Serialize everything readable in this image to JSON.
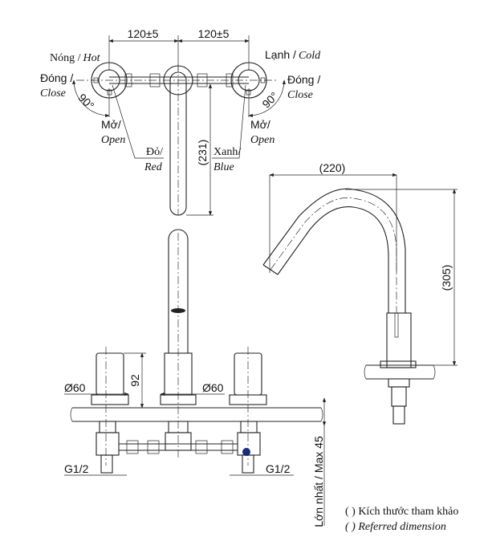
{
  "drawing": {
    "title": "Faucet dimension drawing",
    "top_view": {
      "dim_left": "120±5",
      "dim_right": "120±5",
      "hot_label_vi": "Nóng /",
      "hot_label_en": "Hot",
      "cold_label_vi": "Lạnh /",
      "cold_label_en": "Cold",
      "close_left_vi": "Đóng /",
      "close_left_en": "Close",
      "close_right_vi": "Đóng /",
      "close_right_en": "Close",
      "angle_left": "90°",
      "angle_right": "90°",
      "open_left_vi": "Mở/",
      "open_left_en": "Open",
      "open_right_vi": "Mở/",
      "open_right_en": "Open",
      "red_vi": "Đỏ/",
      "red_en": "Red",
      "blue_vi": "Xanh/",
      "blue_en": "Blue",
      "spout_length": "(231)"
    },
    "side_view": {
      "reach": "(220)",
      "height": "(305)"
    },
    "front_view": {
      "dia_left": "Ø60",
      "dia_right": "Ø60",
      "handle_height": "92",
      "thread_left": "G1/2",
      "thread_right": "G1/2",
      "max_thickness": "Lớn nhất / Max 45"
    },
    "legend": {
      "line_vi": "( ) Kích thước tham khảo",
      "line_en": "( ) Referred dimension"
    }
  }
}
